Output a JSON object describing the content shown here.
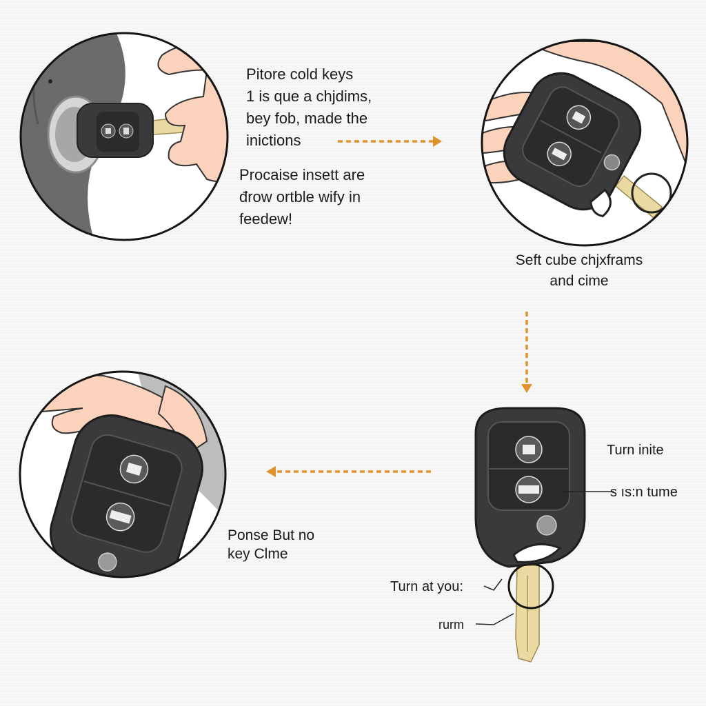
{
  "steps": {
    "step1_title_lines": [
      "Pitore cold keys",
      "1 is que a chjdims,",
      "bey fob, made the",
      "inictions"
    ],
    "step1_note_lines": [
      "Procaise insett are",
      "đrow ortble wify in",
      "feedew!"
    ],
    "step2_lines": [
      "Seft cube chjxframs",
      "and cime"
    ],
    "step3_lines": [
      "Ponse But no",
      "key Clme"
    ]
  },
  "labels": {
    "turn_inite": "Turn inite",
    "is_n_tume": "s  ıs:n tume",
    "turn_at_your": "Turn at you:",
    "rurm": "rurm"
  },
  "colors": {
    "arrow": "#e0922e",
    "fob": "#3a3a3c",
    "fob_dark": "#2a2a2c",
    "skin": "#fbd3bd",
    "key_blade": "#ead9a0",
    "circle_stroke": "#141414"
  },
  "icons": [
    "lock-icon",
    "unlock-icon",
    "panic-icon",
    "key-ring-icon"
  ]
}
